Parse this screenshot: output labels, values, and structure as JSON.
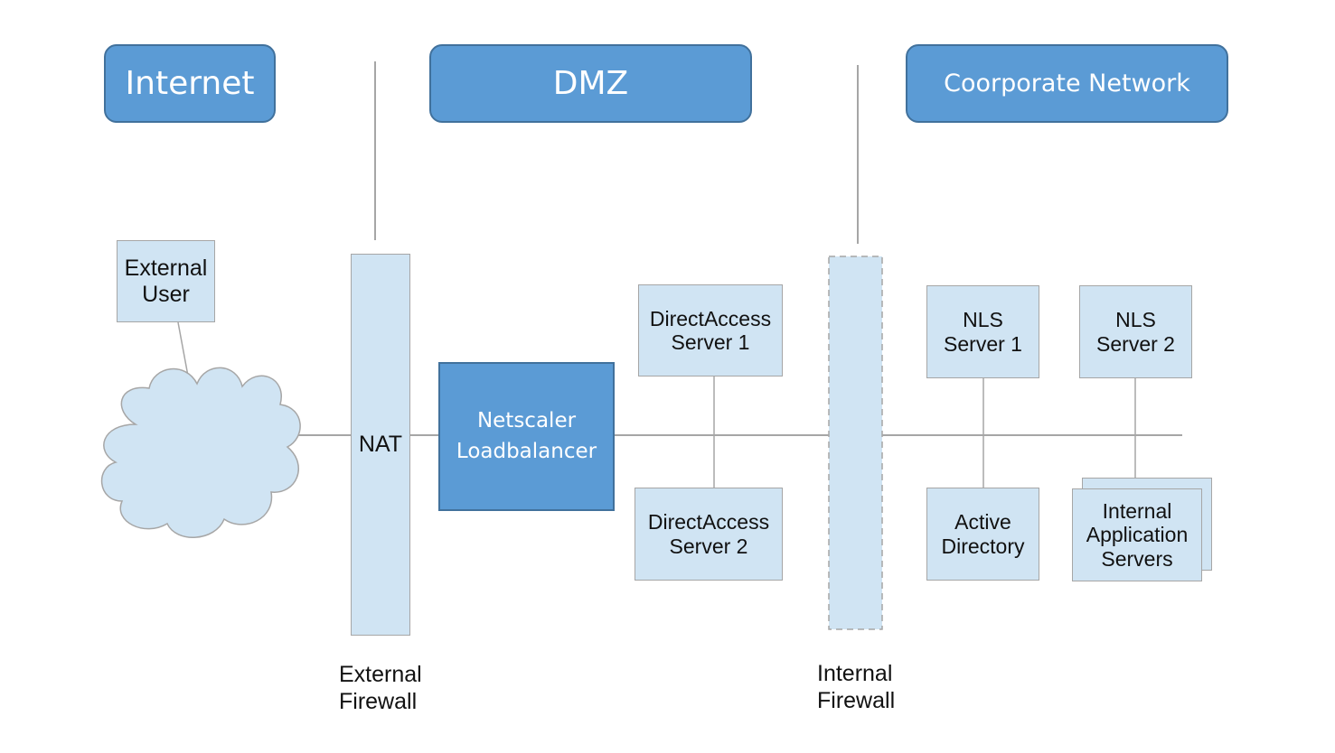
{
  "zones": {
    "internet": "Internet",
    "dmz": "DMZ",
    "corporate": "Coorporate Network"
  },
  "nodes": {
    "external_user": [
      "External",
      "User"
    ],
    "nat": "NAT",
    "loadbalancer": [
      "Netscaler",
      "Loadbalancer"
    ],
    "da_server_1": [
      "DirectAccess",
      "Server 1"
    ],
    "da_server_2": [
      "DirectAccess",
      "Server 2"
    ],
    "nls_server_1": [
      "NLS",
      "Server 1"
    ],
    "nls_server_2": [
      "NLS",
      "Server 2"
    ],
    "active_directory": [
      "Active",
      "Directory"
    ],
    "internal_app_servers": [
      "Internal",
      "Application",
      "Servers"
    ]
  },
  "captions": {
    "external_firewall": [
      "External",
      "Firewall"
    ],
    "internal_firewall": [
      "Internal",
      "Firewall"
    ]
  },
  "colors": {
    "zone_fill": "#5b9bd5",
    "zone_border": "#41719c",
    "box_fill": "#d0e4f3",
    "box_border": "#a6a6a6",
    "line": "#a6a6a6"
  }
}
